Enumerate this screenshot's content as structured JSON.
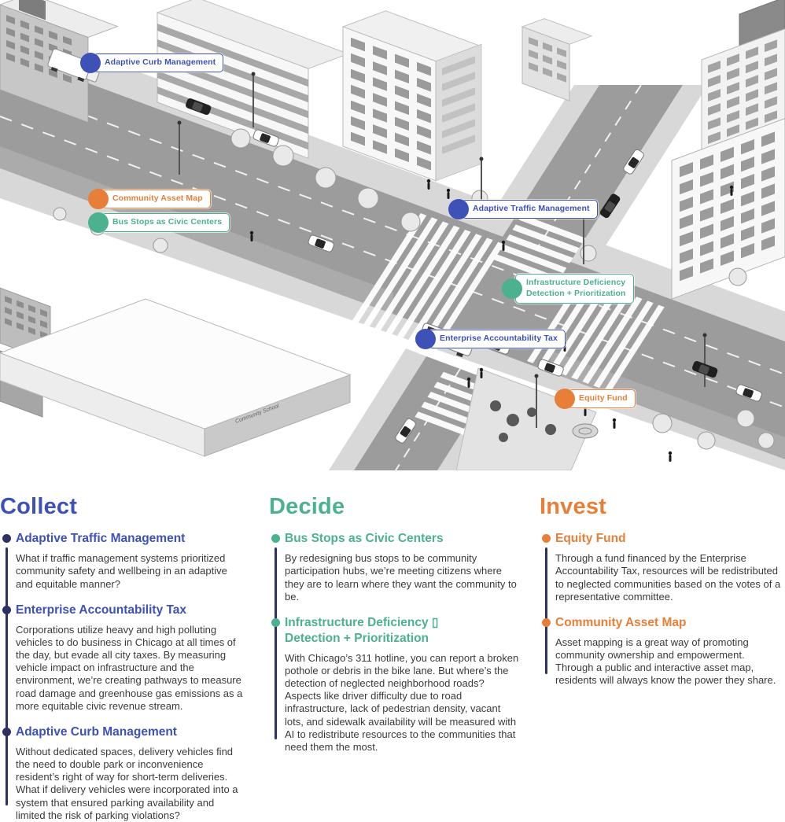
{
  "theme": {
    "blue": "#3e51b6",
    "green": "#4bb18e",
    "orange": "#e87f38",
    "navy": "#2e3162",
    "ink": "#3a3a3a"
  },
  "illustration": {
    "building_sign": "Community School",
    "pins": [
      {
        "label": "Adaptive Curb Management",
        "color": "blue"
      },
      {
        "label": "Community Asset Map",
        "color": "orange"
      },
      {
        "label": "Bus Stops as Civic Centers",
        "color": "green"
      },
      {
        "label": "Adaptive Traffic Management",
        "color": "blue"
      },
      {
        "label": "Infrastructure Deficiency\nDetection + Prioritization",
        "color": "green"
      },
      {
        "label": "Enterprise Accountability Tax",
        "color": "blue"
      },
      {
        "label": "Equity Fund",
        "color": "orange"
      }
    ]
  },
  "columns": [
    {
      "title": "Collect",
      "items": [
        {
          "title": "Adaptive Traffic Management",
          "body": "What if traffic management systems prioritized community safety and wellbeing in an adaptive and equitable manner?"
        },
        {
          "title": "Enterprise Accountability Tax",
          "body": "Corporations utilize heavy and high polluting vehicles to do business in Chicago at all times of the day, but evade all city taxes. By measuring vehicle impact on infrastructure and the environment, we’re creating pathways to measure road damage and greenhouse gas emissions as a more equitable civic revenue stream."
        },
        {
          "title": "Adaptive Curb Management",
          "body": "Without dedicated spaces, delivery vehicles find the need to double park or inconvenience resident’s right of way for short-term deliveries. What if delivery vehicles were incorporated into a system that ensured parking availability and limited the risk of parking violations?"
        }
      ]
    },
    {
      "title": "Decide",
      "items": [
        {
          "title": "Bus Stops as Civic Centers",
          "body": "By redesigning bus stops to be community participation hubs, we’re meeting citizens where they are to learn where they want the community to be."
        },
        {
          "title": "Infrastructure Deficiency ▯\nDetection + Prioritization",
          "body": "With Chicago’s 311 hotline, you can report a broken pothole or debris in the bike lane. But where’s the detection of neglected neighborhood roads? Aspects like driver difficulty due to road infrastructure, lack of pedestrian density, vacant lots, and sidewalk availability will be measured with AI to redistribute resources to the communities that need them the most."
        }
      ]
    },
    {
      "title": "Invest",
      "items": [
        {
          "title": "Equity Fund",
          "body": "Through a fund financed by the Enterprise Accountability Tax, resources will be redistributed to neglected communities based on the votes of a representative committee."
        },
        {
          "title": "Community Asset Map",
          "body": "Asset mapping is a great way of promoting community ownership and empowerment. Through a public and interactive asset map, residents will always know the power they share."
        }
      ]
    }
  ]
}
